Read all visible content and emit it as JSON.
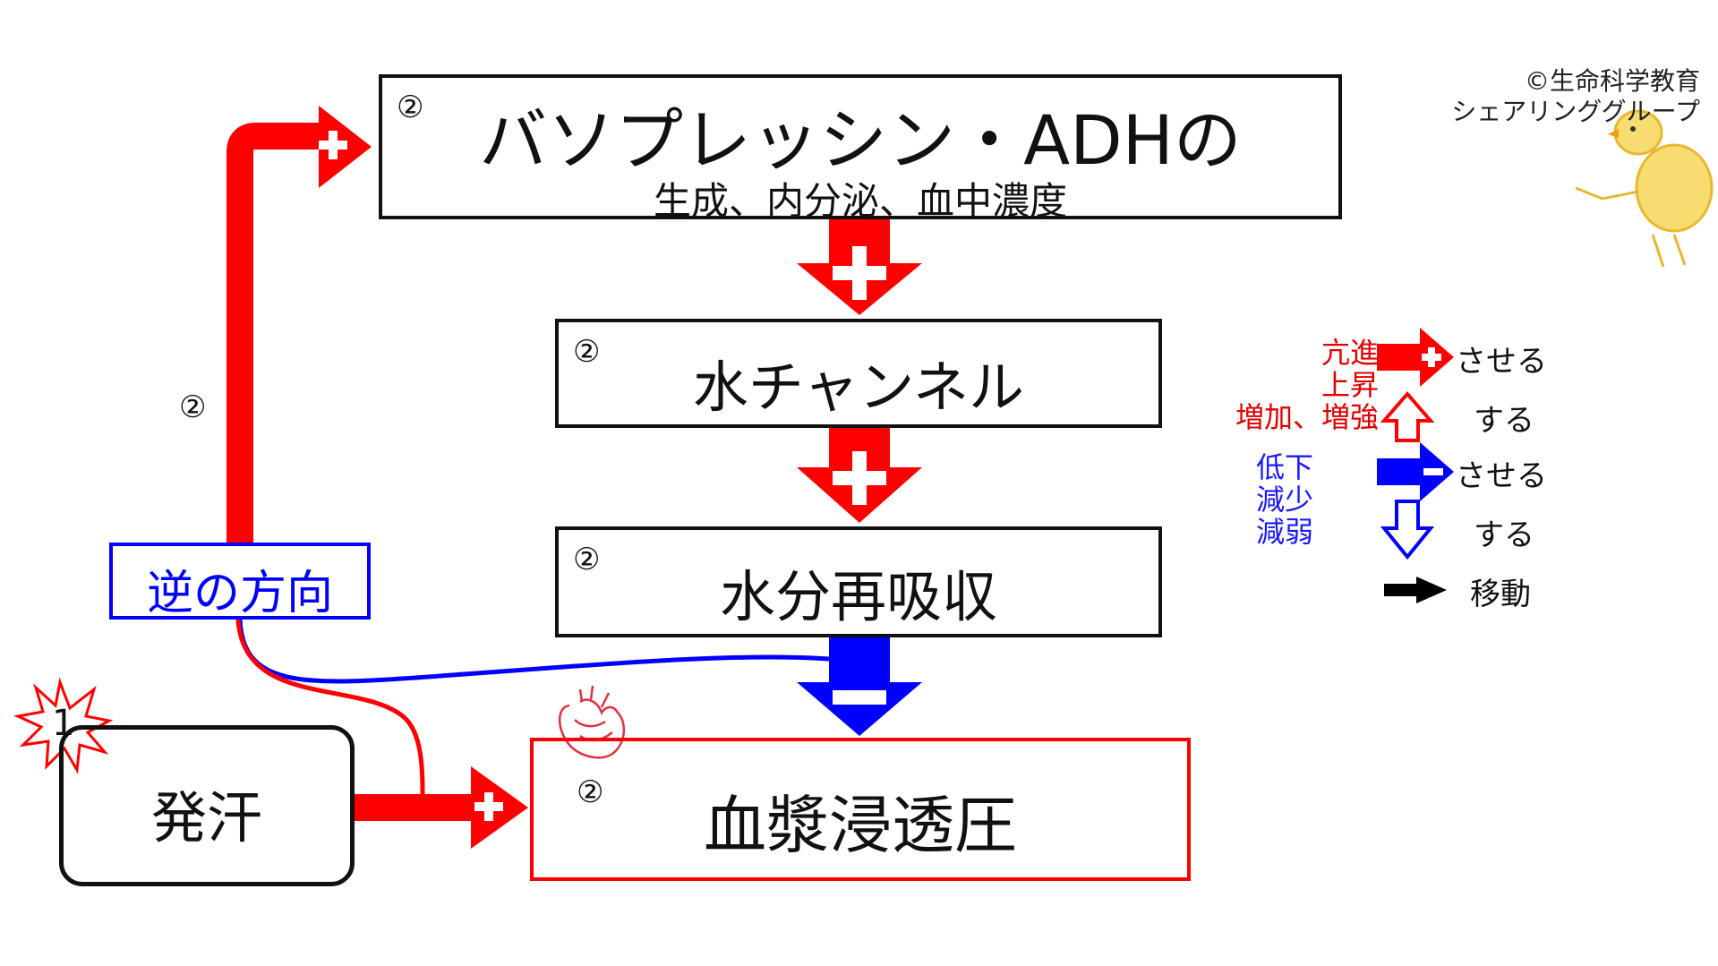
{
  "copyright": {
    "line1": "©生命科学教育",
    "line2": "シェアリンググループ"
  },
  "boxes": {
    "vasopressin": {
      "title": "バソプレッシン・ADHの",
      "subtitle": "生成、内分泌、血中濃度",
      "step": "②"
    },
    "water_channel": {
      "title": "水チャンネル",
      "step": "②"
    },
    "water_reabsorption": {
      "title": "水分再吸収",
      "step": "②"
    },
    "plasma_osmotic": {
      "title": "血漿浸透圧",
      "step": "②"
    },
    "sweating": {
      "title": "発汗",
      "step": "1"
    }
  },
  "feedback": {
    "label": "逆の方向",
    "step": "②"
  },
  "signs": {
    "plus": "+",
    "minus": "−"
  },
  "legend": {
    "increase_words": [
      "亢進",
      "上昇",
      "増加、増強"
    ],
    "decrease_words": [
      "低下",
      "減少",
      "減弱"
    ],
    "cause_label": "させる",
    "self_label": "する",
    "move_label": "移動"
  },
  "colors": {
    "red": "#ff0000",
    "blue": "#0000ff",
    "black": "#111111",
    "legend_red": "#e00000",
    "legend_blue": "#1a1aff"
  },
  "icons": [
    "heart-icon",
    "chick-drawing",
    "burst-icon"
  ]
}
